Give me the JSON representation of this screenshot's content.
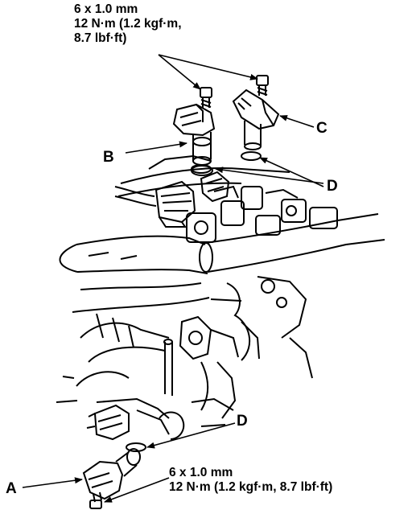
{
  "specs": {
    "top": {
      "line1": "6 x 1.0 mm",
      "line2": "12 N·m (1.2 kgf·m,",
      "line3": "8.7 lbf·ft)"
    },
    "bottom": {
      "line1": "6 x 1.0 mm",
      "line2": "12 N·m (1.2 kgf·m, 8.7 lbf·ft)"
    }
  },
  "callouts": {
    "a": "A",
    "b": "B",
    "c": "C",
    "d_upper": "D",
    "d_lower": "D"
  }
}
